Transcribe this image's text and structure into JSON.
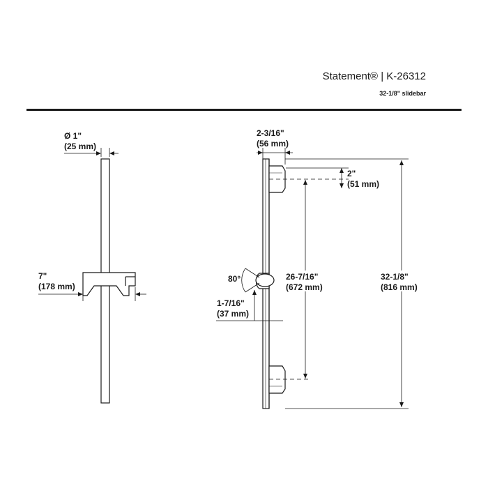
{
  "header": {
    "title": "Statement® | K-26312",
    "subtitle": "32-1/8\" slidebar"
  },
  "dimensions": {
    "diameter_in": "Ø 1\"",
    "diameter_mm": "(25 mm)",
    "bracket_in": "7\"",
    "bracket_mm": "(178 mm)",
    "depth_in": "2-3/16\"",
    "depth_mm": "(56 mm)",
    "mount_in": "2\"",
    "mount_mm": "(51 mm)",
    "angle": "80°",
    "offset_in": "1-7/16\"",
    "offset_mm": "(37 mm)",
    "spacing_in": "26-7/16\"",
    "spacing_mm": "(672 mm)",
    "height_in": "32-1/8\"",
    "height_mm": "(816 mm)"
  }
}
